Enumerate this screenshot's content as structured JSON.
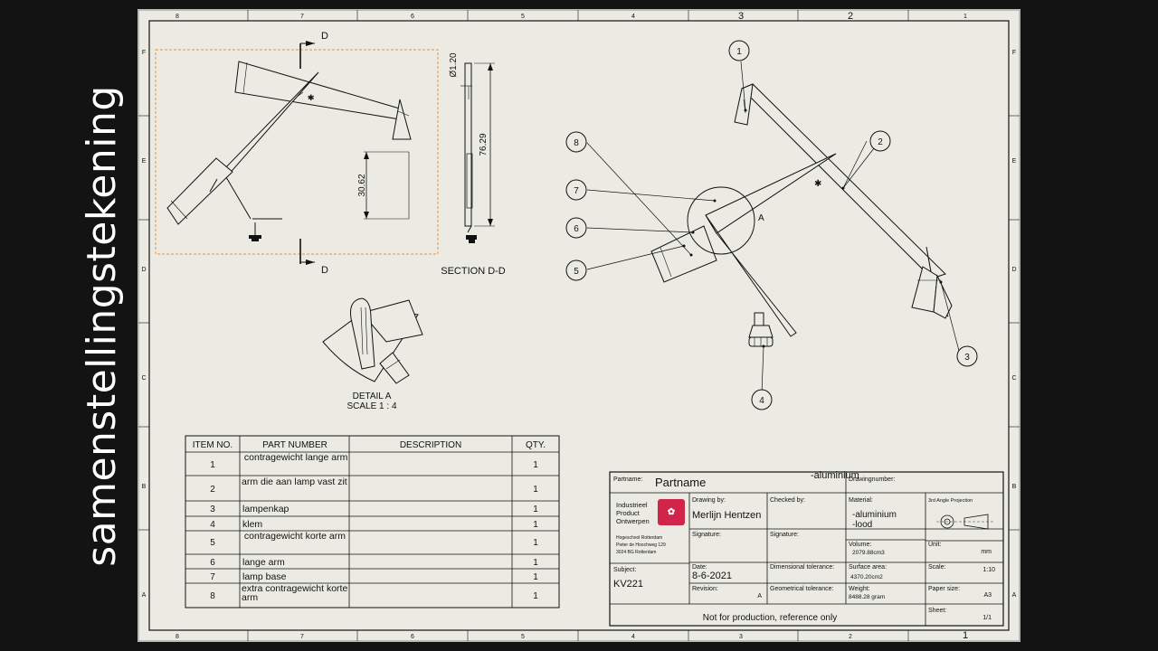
{
  "slide_title": "samenstellingstekening",
  "border": {
    "col_top": [
      "8",
      "7",
      "6",
      "5",
      "4",
      "3",
      "2",
      "1"
    ],
    "col_bottom": [
      "8",
      "7",
      "6",
      "5",
      "4",
      "3",
      "2",
      "1"
    ],
    "row_left": [
      "F",
      "E",
      "D",
      "C",
      "B",
      "A"
    ],
    "row_right": [
      "F",
      "E",
      "D",
      "C",
      "B",
      "A"
    ]
  },
  "section_view": {
    "cut_label_top": "D",
    "cut_label_bottom": "D",
    "dim_height": "30.62",
    "dim_diameter": "Ø1.20",
    "dim_length": "76.29",
    "caption": "SECTION D-D"
  },
  "detail_view": {
    "caption_line1": "DETAIL A",
    "caption_line2": "SCALE 1 : 4"
  },
  "iso_view": {
    "detail_marker": "A",
    "balloons": [
      "1",
      "2",
      "3",
      "4",
      "5",
      "6",
      "7",
      "8"
    ]
  },
  "bom": {
    "headers": [
      "ITEM NO.",
      "PART NUMBER",
      "DESCRIPTION",
      "QTY."
    ],
    "rows": [
      {
        "item": "1",
        "part": " contragewicht lange arm",
        "desc": "",
        "qty": "1"
      },
      {
        "item": "2",
        "part": "arm die aan lamp vast zit",
        "desc": "",
        "qty": "1"
      },
      {
        "item": "3",
        "part": "lampenkap",
        "desc": "",
        "qty": "1"
      },
      {
        "item": "4",
        "part": "klem",
        "desc": "",
        "qty": "1"
      },
      {
        "item": "5",
        "part": " contragewicht korte arm",
        "desc": "",
        "qty": "1"
      },
      {
        "item": "6",
        "part": "lange arm",
        "desc": "",
        "qty": "1"
      },
      {
        "item": "7",
        "part": " lamp base",
        "desc": "",
        "qty": "1"
      },
      {
        "item": "8",
        "part": "extra contragewicht korte arm",
        "desc": "",
        "qty": "1"
      }
    ]
  },
  "title_block": {
    "partname_label": "Partname:",
    "partname_value": "Partname",
    "overlay_text": "-aluminium",
    "drawing_number_label": "Drawingnumber:",
    "org_line1": "Industrieel",
    "org_line2": "Product",
    "org_line3": "Ontwerpen",
    "address_line1": "Hogeschool Rotterdam",
    "address_line2": "Pieter de Hoochweg 129",
    "address_line3": "3024 BG Rotterdam",
    "drawing_by_label": "Drawing by:",
    "drawing_by_value": "Merlijn Hentzen",
    "checked_by_label": "Checked by:",
    "material_label": "Material:",
    "material_line1": "-aluminium",
    "material_line2": "-lood",
    "projection_label": "3rd Angle Projection",
    "signature_label_1": "Signature:",
    "signature_label_2": "Signature:",
    "volume_label": "Volume:",
    "volume_value": "2079.88cm3",
    "unit_label": "Unit:",
    "unit_value": "mm",
    "subject_label": "Subject:",
    "subject_value": "KV221",
    "date_label": "Date:",
    "date_value": "8-6-2021",
    "dim_tol_label": "Dimensional tolerance:",
    "surface_label": "Surface area:",
    "surface_value": "4370.20cm2",
    "scale_label": "Scale:",
    "scale_value": "1:10",
    "revision_label": "Revision:",
    "revision_value": "A",
    "geo_tol_label": "Geometrical tolerance:",
    "weight_label": "Weight:",
    "weight_value": "8488.28 gram",
    "paper_label": "Paper size:",
    "paper_value": "A3",
    "note": "Not for production, reference only",
    "sheet_label": "Sheet:",
    "sheet_value": "1/1"
  },
  "colors": {
    "background": "#131313",
    "paper": "#ebebe3",
    "ink": "#111111",
    "selection": "#e8923a",
    "logo": "#d2234a"
  }
}
